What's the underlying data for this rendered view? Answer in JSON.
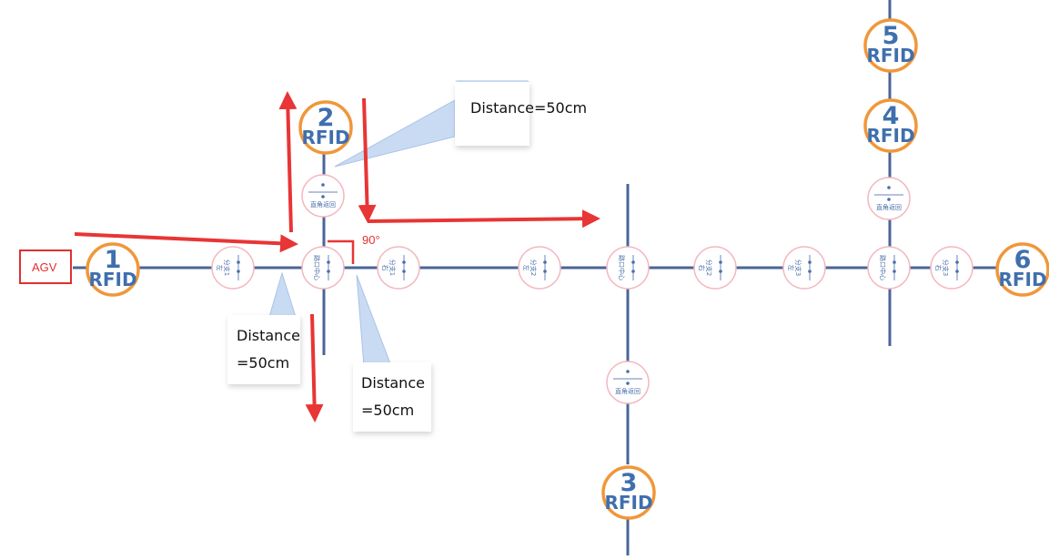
{
  "agv_label": "AGV",
  "rfid_label": "RFID",
  "angle_label": "90°",
  "rfid_tags": [
    {
      "number": "1"
    },
    {
      "number": "2"
    },
    {
      "number": "3"
    },
    {
      "number": "4"
    },
    {
      "number": "5"
    },
    {
      "number": "6"
    }
  ],
  "callouts": [
    {
      "lines": [
        "Distance=50cm"
      ]
    },
    {
      "lines": [
        "Distance",
        "=50cm"
      ]
    },
    {
      "lines": [
        "Distance",
        "=50cm"
      ]
    }
  ],
  "magnetic_tags": [
    {
      "text": "分支1",
      "sub": "左"
    },
    {
      "text": "路口中心",
      "sub": ""
    },
    {
      "text": "分支1",
      "sub": "右"
    },
    {
      "text": "直角返回",
      "sub": ""
    },
    {
      "text": "分支2",
      "sub": "左"
    },
    {
      "text": "路口中心",
      "sub": ""
    },
    {
      "text": "直角返回",
      "sub": ""
    },
    {
      "text": "分支2",
      "sub": "右"
    },
    {
      "text": "分支3",
      "sub": "左"
    },
    {
      "text": "路口中心",
      "sub": ""
    },
    {
      "text": "直角返回",
      "sub": ""
    },
    {
      "text": "分支3",
      "sub": "右"
    }
  ],
  "colors": {
    "track": "#4a6597",
    "rfid_ring": "#f0973a",
    "rfid_text": "#3f6fae",
    "arrow": "#e83535",
    "tag_ring": "#f3b8c0",
    "callout_fill": "#c9dbf3",
    "agv_border": "#e03030"
  }
}
